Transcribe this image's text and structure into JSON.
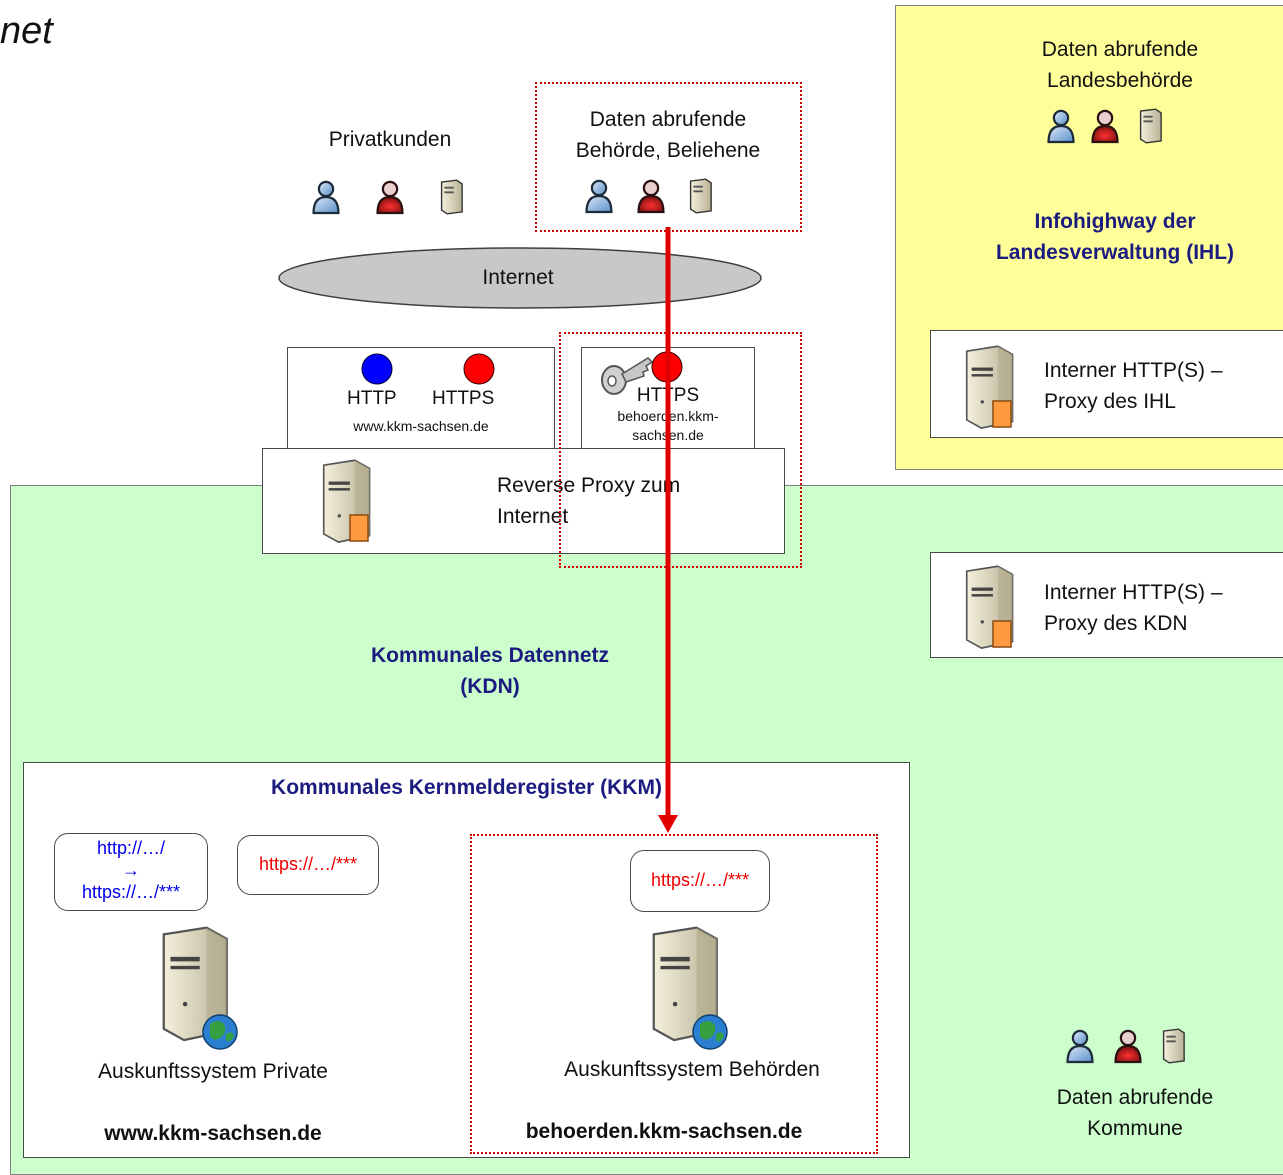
{
  "title_fragment": "net",
  "ihl_zone": {
    "consumer_label": "Daten abrufende\nLandesbehörde",
    "network_label": "Infohighway der\nLandesverwaltung (IHL)",
    "proxy_label": "Interner HTTP(S) –\nProxy des IHL"
  },
  "internet": {
    "privatkunden_label": "Privatkunden",
    "behoerde_label": "Daten abrufende\nBehörde, Beliehene",
    "cloud_label": "Internet"
  },
  "endpoints": {
    "public": {
      "http": "HTTP",
      "https": "HTTPS",
      "host": "www.kkm-sachsen.de"
    },
    "authority": {
      "https": "HTTPS",
      "host": "behoerden.kkm-\nsachsen.de"
    }
  },
  "reverse_proxy_label": "Reverse Proxy zum\nInternet",
  "kdn": {
    "network_label": "Kommunales Datennetz\n(KDN)",
    "proxy_label": "Interner HTTP(S) –\nProxy des KDN",
    "kommune_label": "Daten abrufende\nKommune"
  },
  "kkm": {
    "title": "Kommunales Kernmelderegister (KKM)",
    "redirect_label": "http://…/\n→\nhttps://…/***",
    "https_private": "https://…/***",
    "https_behoerden": "https://…/***",
    "private_system": "Auskunftssystem Private",
    "private_host": "www.kkm-sachsen.de",
    "behoerden_system": "Auskunftssystem Behörden",
    "behoerden_host": "behoerden.kkm-sachsen.de"
  },
  "colors": {
    "kdn_fill": "#ccffcc",
    "ihl_fill": "#ffff99",
    "navy": "#1c1c80",
    "flow_red": "#e00000",
    "http_blue": "#0000ff",
    "https_red": "#ff0000"
  }
}
